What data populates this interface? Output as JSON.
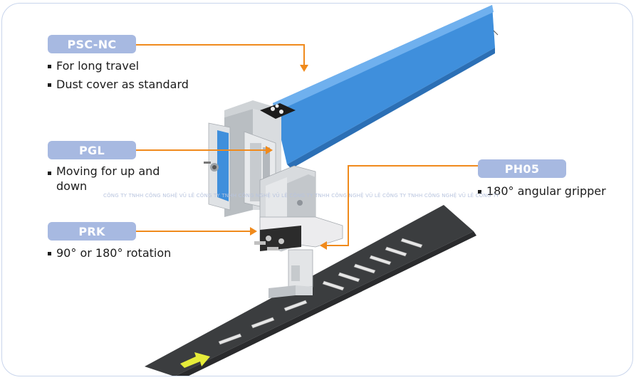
{
  "callouts": [
    {
      "label": "PSC-NC",
      "bullets": [
        "For long travel",
        "Dust cover as standard"
      ]
    },
    {
      "label": "PGL",
      "bullets": [
        "Moving for up and down"
      ]
    },
    {
      "label": "PRK",
      "bullets": [
        "90° or 180° rotation"
      ]
    },
    {
      "label": "PH05",
      "bullets": [
        "180° angular gripper"
      ]
    }
  ],
  "watermark": "CÔNG TY TNHH CÔNG NGHỆ VŨ LÊ CÔNG TY TNHH CÔNG NGHỆ VŨ LÊ CÔNG TY TNHH CÔNG NGHỆ VŨ LÊ CÔNG TY TNHH CÔNG NGHỆ VŨ LÊ CÔNG TY",
  "colors": {
    "label_bg": "#a7b9e1",
    "arrow": "#f08a1c",
    "beam": "#3f8fdc",
    "conveyor": "#3b3d3f",
    "direction_arrow": "#e6ec3a"
  }
}
